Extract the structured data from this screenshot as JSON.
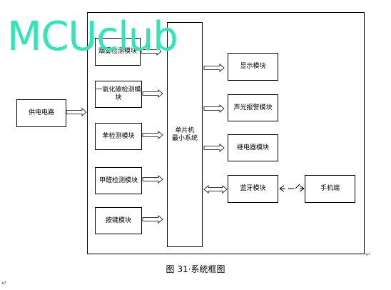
{
  "watermark": "MCUclub",
  "caption": "图 31·系统框图",
  "blocks": {
    "power": "供电电路",
    "smoke": "烟雾检测模块",
    "co": "一氧化碳检测模块",
    "benzene": "苯检测模块",
    "formaldehyde": "甲醛检测模块",
    "keys": "按键模块",
    "mcu_line1": "单片机",
    "mcu_line2": "最小系统",
    "display": "显示模块",
    "alarm": "声光报警模块",
    "relay": "继电器模块",
    "bluetooth": "蓝牙模块",
    "phone": "手机端"
  },
  "colors": {
    "watermark": "#2ee6b8",
    "line": "#000000"
  }
}
